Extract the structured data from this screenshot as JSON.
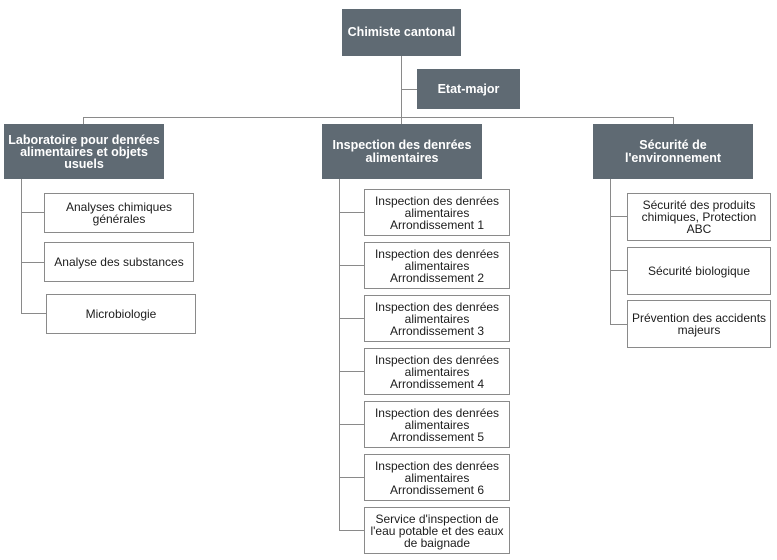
{
  "root": {
    "label": "Chimiste cantonal"
  },
  "staff": {
    "label": "Etat-major"
  },
  "departments": [
    {
      "label": "Laboratoire pour denrées alimentaires et objets usuels",
      "units": [
        "Analyses chimiques générales",
        "Analyse des substances",
        "Microbiologie"
      ]
    },
    {
      "label": "Inspection des denrées alimentaires",
      "units": [
        "Inspection des denrées alimentaires Arrondissement 1",
        "Inspection des denrées alimentaires Arrondissement 2",
        "Inspection des denrées alimentaires Arrondissement 3",
        "Inspection des denrées alimentaires Arrondissement 4",
        "Inspection des denrées alimentaires Arrondissement 5",
        "Inspection des denrées alimentaires Arrondissement 6",
        "Service d'inspection de l'eau potable et des eaux de baignade"
      ]
    },
    {
      "label": "Sécurité de l'environnement",
      "units": [
        "Sécurité des produits chimiques, Protection ABC",
        "Sécurité biologique",
        "Prévention des accidents majeurs"
      ]
    }
  ],
  "colors": {
    "dark_box": "#5f6a73",
    "dark_text": "#ffffff",
    "light_border": "#8a8a8a",
    "connector": "#8a8a8a"
  }
}
